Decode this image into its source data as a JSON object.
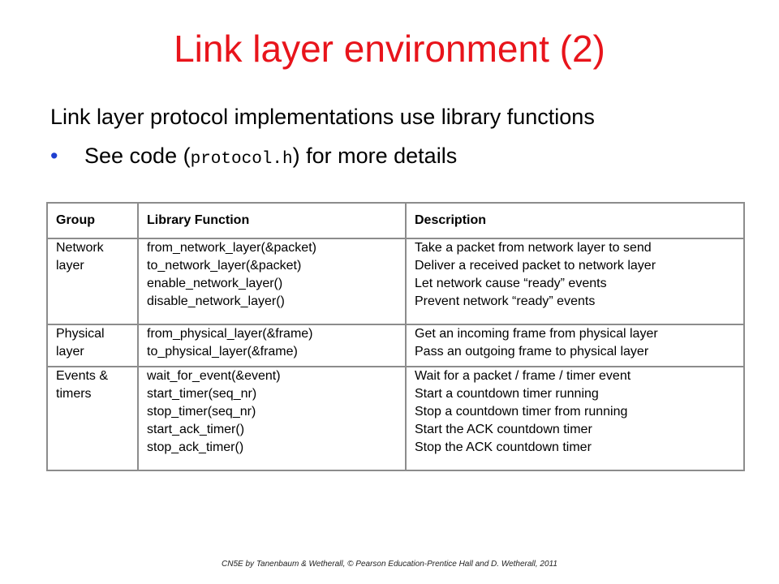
{
  "slide": {
    "title": "Link layer environment (2)",
    "intro": "Link layer protocol implementations use library functions",
    "bullet": {
      "symbol": "•",
      "text_before": "See code (",
      "code": "protocol.h",
      "text_after": ") for more details"
    },
    "footer": "CN5E by Tanenbaum & Wetherall, © Pearson Education-Prentice Hall and D. Wetherall, 2011"
  },
  "table": {
    "headers": [
      "Group",
      "Library Function",
      "Description"
    ],
    "rows": [
      {
        "group": [
          "Network",
          "layer"
        ],
        "functions": [
          "from_network_layer(&packet)",
          "to_network_layer(&packet)",
          "enable_network_layer()",
          "disable_network_layer()"
        ],
        "descriptions": [
          "Take a packet from network layer to send",
          "Deliver a received packet to network layer",
          "Let network cause “ready” events",
          "Prevent network “ready” events"
        ]
      },
      {
        "group": [
          "Physical",
          "layer"
        ],
        "functions": [
          "from_physical_layer(&frame)",
          "to_physical_layer(&frame)"
        ],
        "descriptions": [
          "Get an incoming frame from physical layer",
          "Pass an outgoing frame to physical layer"
        ]
      },
      {
        "group": [
          "Events &",
          "timers"
        ],
        "functions": [
          "wait_for_event(&event)",
          "start_timer(seq_nr)",
          "stop_timer(seq_nr)",
          "start_ack_timer()",
          "stop_ack_timer()"
        ],
        "descriptions": [
          "Wait for a packet / frame / timer event",
          "Start a countdown timer running",
          "Stop a countdown timer from running",
          "Start the ACK countdown timer",
          "Stop the ACK countdown timer"
        ]
      }
    ]
  },
  "colors": {
    "title": "#e8141b",
    "bullet": "#1f3fd0",
    "table_border": "#8c8c8c"
  }
}
